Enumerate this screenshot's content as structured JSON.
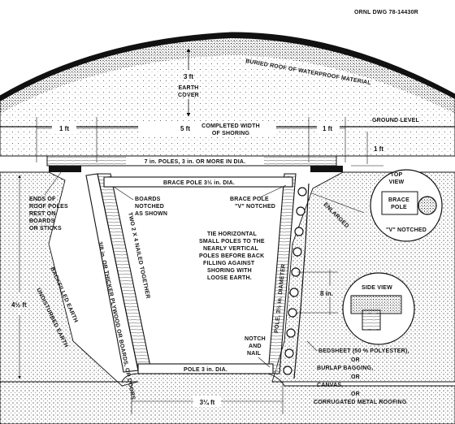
{
  "drawing_number": "ORNL DWG 78-14430R",
  "roof_label": "BURIED ROOF OF WATERPROOF MATERIAL",
  "earth_cover": {
    "value": "3 ft",
    "line1": "EARTH",
    "line2": "COVER"
  },
  "top_dims": {
    "left": "1 ft",
    "center": "5 ft",
    "center_note_1": "COMPLETED WIDTH",
    "center_note_2": "OF SHORING",
    "right": "1 ft",
    "ground_level": "GROUND LEVEL",
    "right_depth": "1 ft"
  },
  "roof_poles": "7 in. POLES, 3 in. OR MORE IN DIA.",
  "brace_pole_top": "BRACE POLE 3½ in. DIA.",
  "left_notes": {
    "ends_1": "ENDS OF",
    "ends_2": "ROOF POLES",
    "ends_3": "REST ON",
    "ends_4": "BOARDS",
    "ends_5": "OR STICKS"
  },
  "boards_note": {
    "l1": "BOARDS",
    "l2": "NOTCHED",
    "l3": "AS SHOWN"
  },
  "brace_v": {
    "l1": "BRACE POLE",
    "l2": "\"V\" NOTCHED"
  },
  "enlarged": "ENLARGED",
  "top_view": {
    "title_1": "TOP",
    "title_2": "VIEW",
    "inner_1": "BRACE",
    "inner_2": "POLE",
    "caption": "\"V\" NOTCHED"
  },
  "tie_note": {
    "l1": "TIE HORIZONTAL",
    "l2": "SMALL POLES TO THE",
    "l3": "NEARLY VERTICAL",
    "l4": "POLES BEFORE BACK",
    "l5": "FILLING AGAINST",
    "l6": "SHORING WITH",
    "l7": "LOOSE EARTH."
  },
  "side_depth": "4½ ft",
  "two_by_four": "TWO 2 X 4 NAILED TOGETHER",
  "plywood": "3/8 in. OR THICKER PLYWOOD OR BOARDS, OR DOORS",
  "backfilled": "BACKFILLED EARTH",
  "undisturbed": "UNDISTURBED EARTH",
  "pole_vertical": "POLE, 3½ in. DIAMETER",
  "spacing": "8 in.",
  "side_view": "SIDE VIEW",
  "notch_nail": {
    "l1": "NOTCH",
    "l2": "AND",
    "l3": "NAIL"
  },
  "bottom_pole": "POLE 3 in. DIA.",
  "bottom_width": "3¼ ft",
  "materials": {
    "m1": "BEDSHEET (50 % POLYESTER),",
    "or1": "OR",
    "m2": "BURLAP BAGGING,",
    "or2": "OR",
    "m3": "CANVAS,",
    "or3": "OR",
    "m4": "CORRUGATED METAL ROOFING"
  }
}
